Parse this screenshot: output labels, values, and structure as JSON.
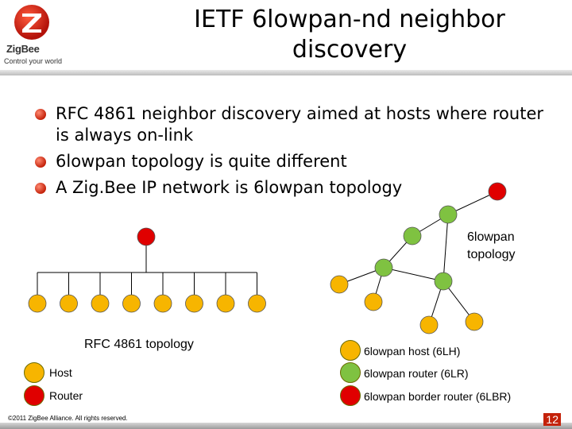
{
  "brand": {
    "name": "ZigBee",
    "tagline": "Control your world",
    "logo_letter": "Z"
  },
  "title": {
    "line1": "IETF 6lowpan-nd neighbor",
    "line2": "discovery"
  },
  "bullets": [
    "RFC 4861 neighbor discovery aimed at hosts where router is always on-link",
    "6lowpan topology is quite different",
    "A Zig.Bee IP network is 6lowpan topology"
  ],
  "rfc_topology": {
    "label": "RFC 4861 topology",
    "router_count": 1,
    "host_count": 8
  },
  "lowpan_topology": {
    "label_line1": "6lowpan",
    "label_line2": "topology",
    "border_router_count": 1,
    "router_count": 4,
    "host_count": 4,
    "edges": [
      [
        "br",
        "r1"
      ],
      [
        "r1",
        "r2"
      ],
      [
        "r1",
        "r4"
      ],
      [
        "r2",
        "r3"
      ],
      [
        "r3",
        "r4"
      ],
      [
        "r3",
        "h1"
      ],
      [
        "r3",
        "h2"
      ],
      [
        "r4",
        "h3"
      ],
      [
        "r4",
        "h4"
      ]
    ]
  },
  "legend": {
    "left": [
      {
        "label": "Host",
        "color": "#f7b500"
      },
      {
        "label": "Router",
        "color": "#e00000"
      }
    ],
    "right": [
      {
        "label": "6lowpan host (6LH)",
        "color": "#f7b500"
      },
      {
        "label": "6lowpan router (6LR)",
        "color": "#7fc241"
      },
      {
        "label": "6lowpan border router (6LBR)",
        "color": "#e00000"
      }
    ]
  },
  "colors": {
    "host": "#f7b500",
    "router": "#7fc241",
    "border_router": "#e00000",
    "accent": "#c4220a"
  },
  "footer": {
    "copyright": "©2011 ZigBee Alliance. All rights reserved.",
    "page_number": "12"
  }
}
